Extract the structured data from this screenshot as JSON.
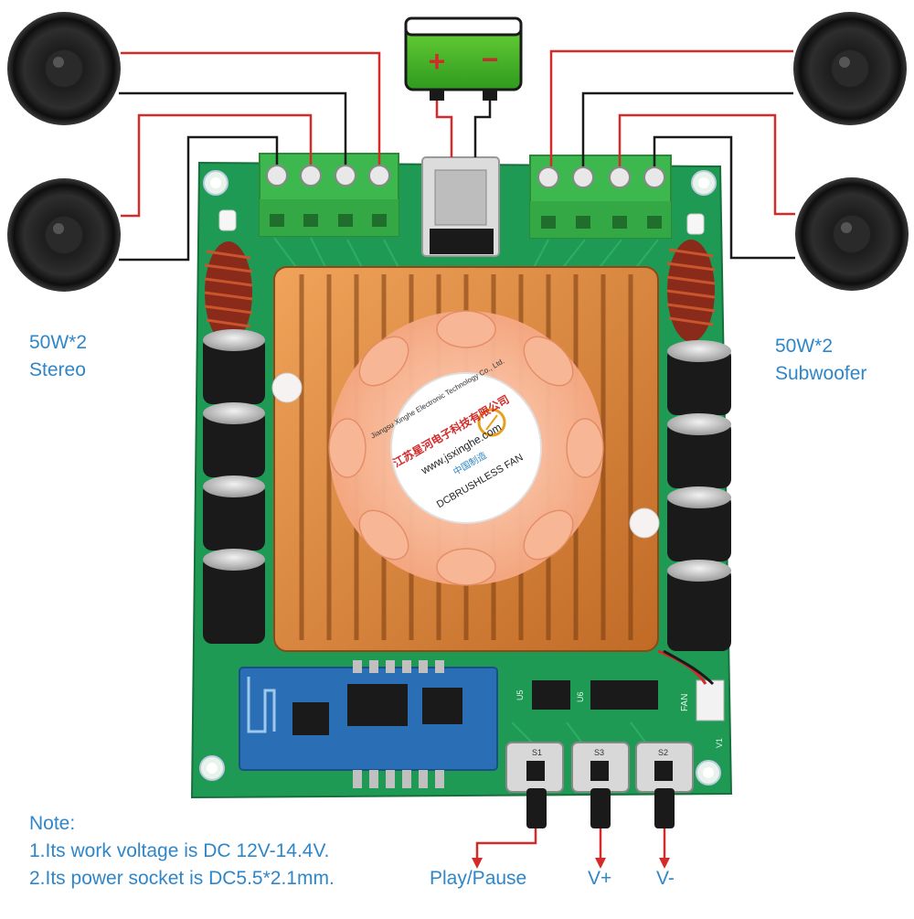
{
  "battery": {
    "plus": "+",
    "minus": "−"
  },
  "labels": {
    "stereo_power": "50W*2",
    "stereo": "Stereo",
    "sub_power": "50W*2",
    "subwoofer": "Subwoofer"
  },
  "notes": {
    "title": "Note:",
    "line1": "1.Its work voltage is DC 12V-14.4V.",
    "line2": "2.Its power socket is DC5.5*2.1mm."
  },
  "buttons": {
    "play_pause": "Play/Pause",
    "vol_up": "V+",
    "vol_down": "V-",
    "s1": "S1",
    "s2": "S2",
    "s3": "S3"
  },
  "fan": {
    "maker": "Jiangsu Xinghe Electronic Technology Co., Ltd.",
    "chinese_name": "江苏星河电子科技有限公司",
    "url": "www.jsxinghe.com",
    "origin": "中国制造",
    "type": "DCBRUSHLESS FAN"
  },
  "board": {
    "fan_header": "FAN",
    "u5": "U5",
    "u6": "U6",
    "v1": "V1"
  },
  "colors": {
    "wire_red": "#d42a2a",
    "wire_black": "#1a1a1a",
    "label_blue": "#2f86c8",
    "pcb_green": "#1f9a55",
    "heatsink_copper": "#d9863e",
    "terminal_green": "#3cb84e",
    "module_blue": "#2a6fb5"
  }
}
